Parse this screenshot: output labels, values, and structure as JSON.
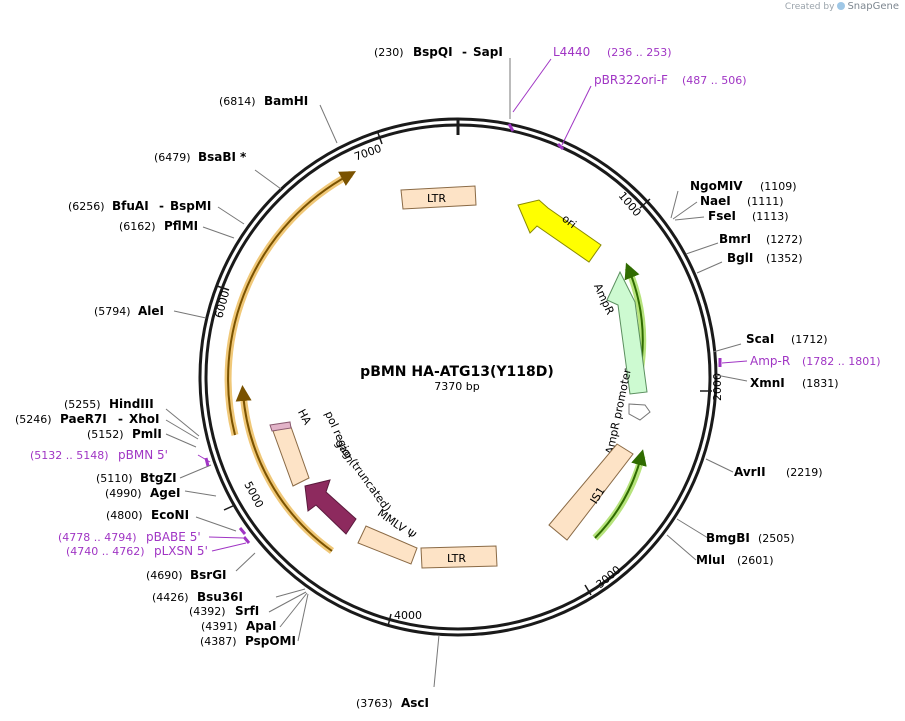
{
  "brand": {
    "prefix": "Created by",
    "name": "SnapGene"
  },
  "plasmid": {
    "name": "pBMN HA-ATG13(Y118D)",
    "size": "7370 bp"
  },
  "ticks": [
    "1000",
    "2000",
    "3000",
    "4000",
    "5000",
    "6000",
    "7000"
  ],
  "sites": [
    {
      "name": "BspQI",
      "name2": "SapI",
      "pos": "(230)"
    },
    {
      "name": "BamHI",
      "pos": "(6814)"
    },
    {
      "name": "BsaBI",
      "star": "*",
      "pos": "(6479)"
    },
    {
      "name": "BfuAI",
      "name2": "BspMI",
      "pos": "(6256)"
    },
    {
      "name": "PflMI",
      "pos": "(6162)"
    },
    {
      "name": "AleI",
      "pos": "(5794)"
    },
    {
      "name": "HindIII",
      "pos": "(5255)"
    },
    {
      "name": "PaeR7I",
      "name2": "XhoI",
      "pos": "(5246)"
    },
    {
      "name": "PmlI",
      "pos": "(5152)"
    },
    {
      "name": "BtgZI",
      "pos": "(5110)"
    },
    {
      "name": "AgeI",
      "pos": "(4990)"
    },
    {
      "name": "EcoNI",
      "pos": "(4800)"
    },
    {
      "name": "BsrGI",
      "pos": "(4690)"
    },
    {
      "name": "Bsu36I",
      "pos": "(4426)"
    },
    {
      "name": "SrfI",
      "pos": "(4392)"
    },
    {
      "name": "ApaI",
      "pos": "(4391)"
    },
    {
      "name": "PspOMI",
      "pos": "(4387)"
    },
    {
      "name": "AscI",
      "pos": "(3763)"
    },
    {
      "name": "NgoMIV",
      "pos": "(1109)"
    },
    {
      "name": "NaeI",
      "pos": "(1111)"
    },
    {
      "name": "FseI",
      "pos": "(1113)"
    },
    {
      "name": "BmrI",
      "pos": "(1272)"
    },
    {
      "name": "BglI",
      "pos": "(1352)"
    },
    {
      "name": "ScaI",
      "pos": "(1712)"
    },
    {
      "name": "XmnI",
      "pos": "(1831)"
    },
    {
      "name": "AvrII",
      "pos": "(2219)"
    },
    {
      "name": "BmgBI",
      "pos": "(2505)"
    },
    {
      "name": "MluI",
      "pos": "(2601)"
    }
  ],
  "primers": [
    {
      "name": "L4440",
      "range": "(236 .. 253)"
    },
    {
      "name": "pBR322ori-F",
      "range": "(487 .. 506)"
    },
    {
      "name": "Amp-R",
      "range": "(1782 .. 1801)"
    },
    {
      "name": "pBMN 5'",
      "range": "(5132 .. 5148)"
    },
    {
      "name": "pBABE 5'",
      "range": "(4778 .. 4794)"
    },
    {
      "name": "pLXSN 5'",
      "range": "(4740 .. 4762)"
    }
  ],
  "features": [
    {
      "name": "LTR",
      "color": "#fde3c6"
    },
    {
      "name": "ori",
      "color": "#ffff00"
    },
    {
      "name": "AmpR",
      "color": "#cdfad1"
    },
    {
      "name": "AmpR promoter",
      "color": "#ffffff"
    },
    {
      "name": "IS1",
      "color": "#fde3c6"
    },
    {
      "name": "LTR",
      "color": "#fde3c6"
    },
    {
      "name": "MMLV Ψ",
      "color": "#fde3c6"
    },
    {
      "name": "gag (truncated)",
      "color": "#8d2a5e"
    },
    {
      "name": "pol region",
      "color": "#fde3c6"
    },
    {
      "name": "HA",
      "color": "#e2b3c8"
    }
  ],
  "colors": {
    "primer": "#a035c4",
    "orf_orange": "#e9a93a",
    "orf_green": "#7cc02c",
    "backbone": "#1a1a1a"
  }
}
